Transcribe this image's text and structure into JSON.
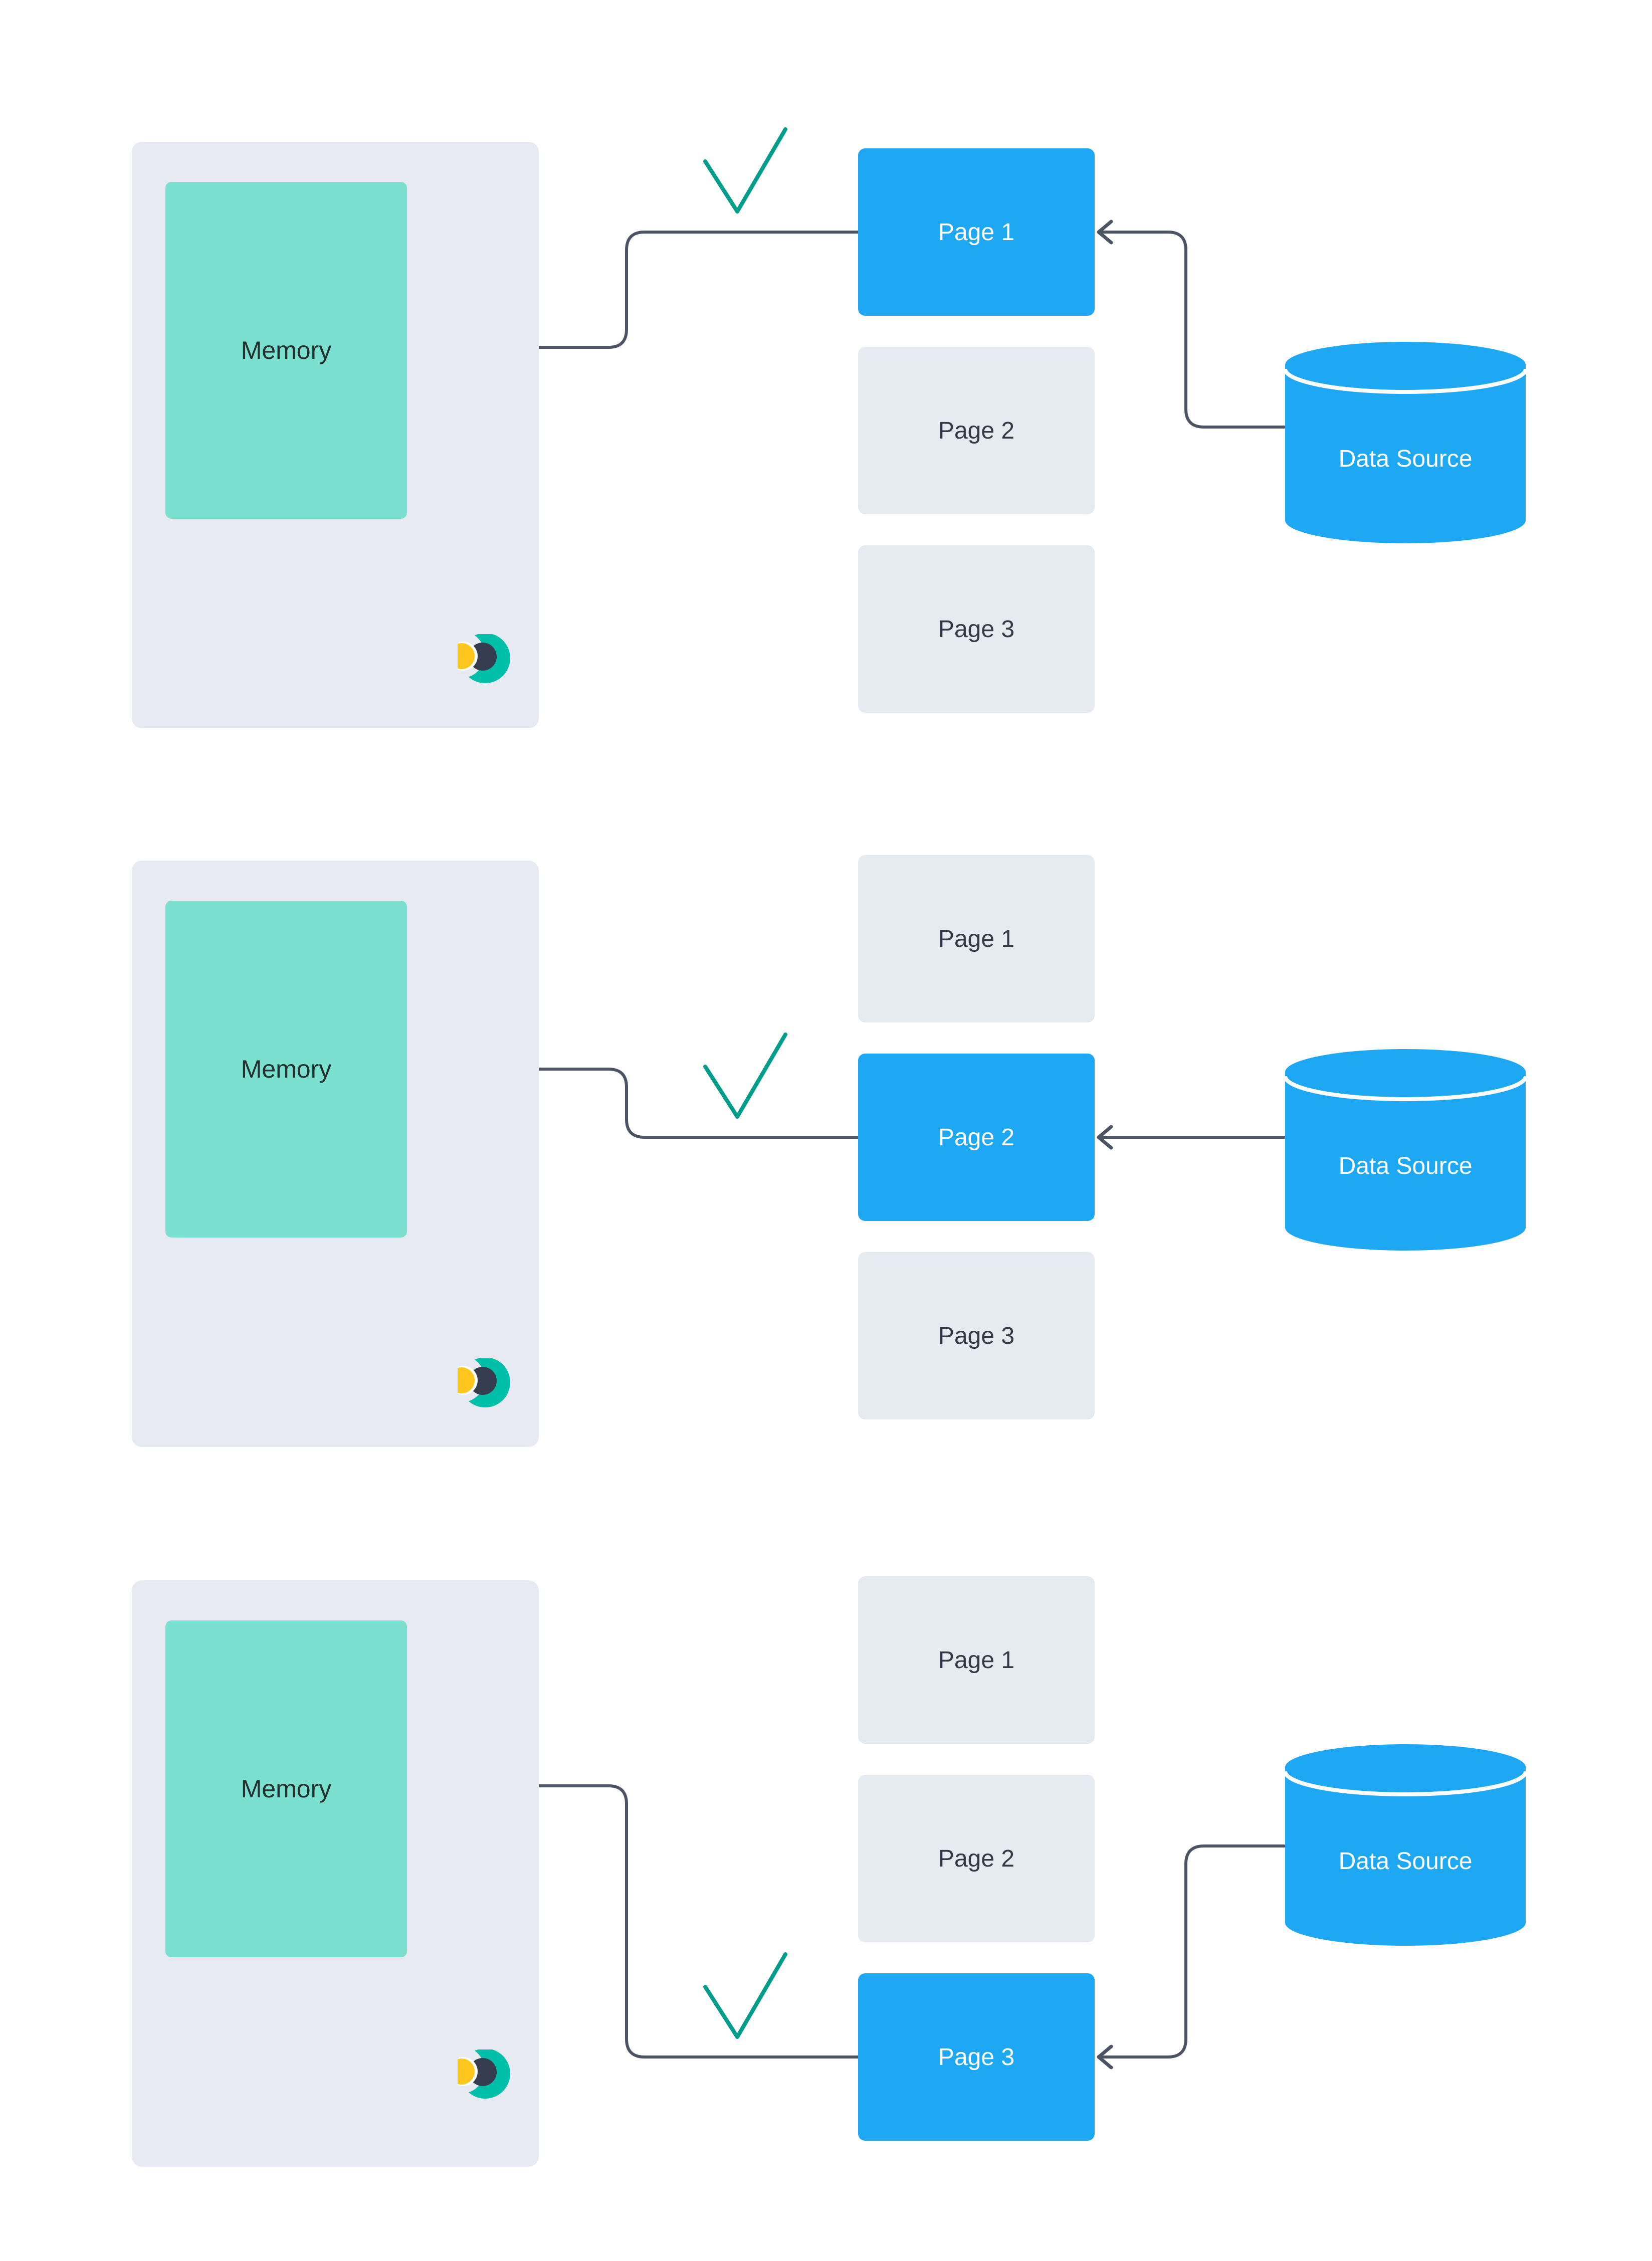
{
  "diagram": {
    "description": "Demand paging diagram with three scenarios: each scenario loads a different page from the data source into memory",
    "colors": {
      "background": "#FFFFFF",
      "panel_gray": "#E7EAF2",
      "page_gray": "#E6EAF1",
      "memory_teal": "#7CE0D0",
      "accent_blue": "#1EA7F2",
      "connector": "#4C5464",
      "check_green": "#009C8C",
      "page_text_dark": "#323A45",
      "memory_text_dark": "#22302F",
      "logo_teal": "#00BFA8",
      "logo_yellow": "#FFC61E",
      "logo_dark": "#353C4D"
    },
    "rows": [
      {
        "memory_label": "Memory",
        "active_page": "Page 1",
        "pages": [
          {
            "label": "Page 1",
            "state": "loaded"
          },
          {
            "label": "Page 2",
            "state": "idle"
          },
          {
            "label": "Page 3",
            "state": "idle"
          }
        ],
        "datasource_label": "Data Source"
      },
      {
        "memory_label": "Memory",
        "active_page": "Page 2",
        "pages": [
          {
            "label": "Page 1",
            "state": "idle"
          },
          {
            "label": "Page 2",
            "state": "loaded"
          },
          {
            "label": "Page 3",
            "state": "idle"
          }
        ],
        "datasource_label": "Data Source"
      },
      {
        "memory_label": "Memory",
        "active_page": "Page 3",
        "pages": [
          {
            "label": "Page 1",
            "state": "idle"
          },
          {
            "label": "Page 2",
            "state": "idle"
          },
          {
            "label": "Page 3",
            "state": "loaded"
          }
        ],
        "datasource_label": "Data Source"
      }
    ]
  }
}
